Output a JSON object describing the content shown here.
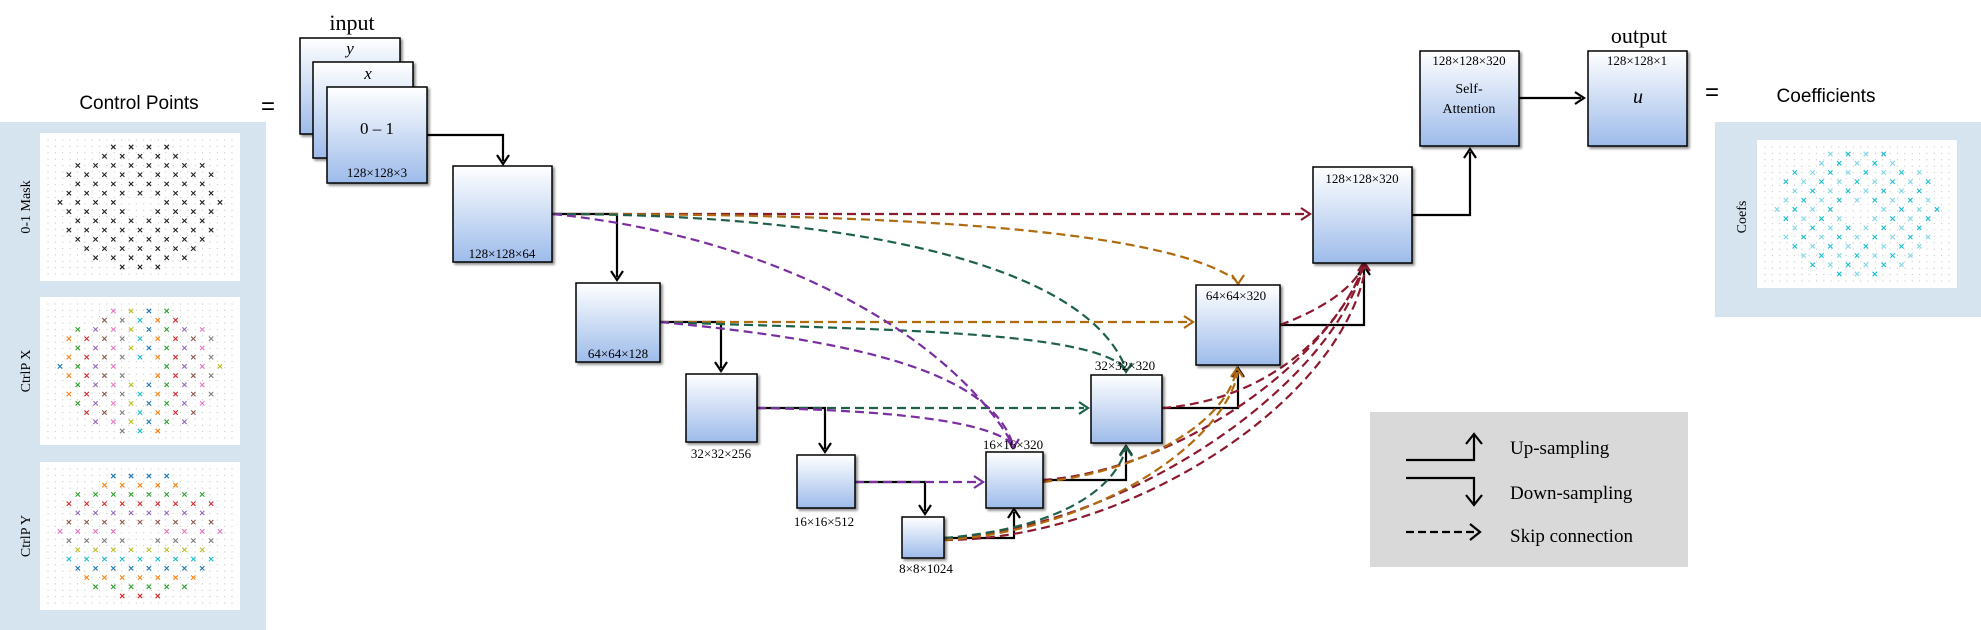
{
  "left_panel": {
    "title": "Control Points",
    "equals": "=",
    "plots": [
      {
        "label": "0-1 Mask",
        "style": "mask"
      },
      {
        "label": "CtrlP X",
        "style": "colored"
      },
      {
        "label": "CtrlP Y",
        "style": "colored"
      }
    ]
  },
  "input": {
    "title": "input",
    "layers": [
      "y",
      "x"
    ],
    "front_value": "0 – 1",
    "dims": "128×128×3"
  },
  "encoder": [
    {
      "id": "e1",
      "label": "128×128×64"
    },
    {
      "id": "e2",
      "label": "64×64×128"
    },
    {
      "id": "e3",
      "label": "32×32×256"
    },
    {
      "id": "e4",
      "label": "16×16×512"
    },
    {
      "id": "e5",
      "label": "8×8×1024"
    }
  ],
  "decoder": [
    {
      "id": "d4",
      "label": "16×16×320"
    },
    {
      "id": "d3",
      "label": "32×32×320"
    },
    {
      "id": "d2",
      "label": "64×64×320"
    },
    {
      "id": "d1",
      "label": "128×128×320"
    }
  ],
  "attention": {
    "dims": "128×128×320",
    "line1": "Self-",
    "line2": "Attention"
  },
  "output": {
    "title": "output",
    "dims": "128×128×1",
    "symbol": "u"
  },
  "right_panel": {
    "title": "Coefficients",
    "equals": "=",
    "plot_label": "Coefs"
  },
  "legend": {
    "items": [
      {
        "kind": "up",
        "label": "Up-sampling"
      },
      {
        "kind": "down",
        "label": "Down-sampling"
      },
      {
        "kind": "skip",
        "label": "Skip connection"
      }
    ]
  },
  "colors": {
    "red": "#8b1a2e",
    "orange": "#b06a0f",
    "green": "#1f6148",
    "purple": "#7a2fa0",
    "panel_bg": "#d6e4f0",
    "legend_bg": "#d9d9d9",
    "box_top": "#ffffff",
    "box_bottom": "#9dbbea"
  }
}
